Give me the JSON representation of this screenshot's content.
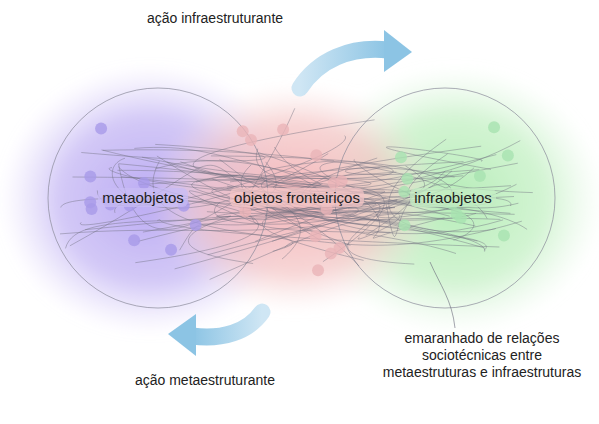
{
  "diagram": {
    "nodes": [
      {
        "text": [
          "metaobjetos"
        ]
      },
      {
        "text": [
          "objetos fronteiriços"
        ]
      },
      {
        "text": [
          "infraobjetos"
        ]
      }
    ],
    "labels": [
      "ação infraestruturante",
      "ação metaestruturante",
      "emaranhado de relações sociotécnicas entre metaestruturas e infraestruturas"
    ]
  }
}
